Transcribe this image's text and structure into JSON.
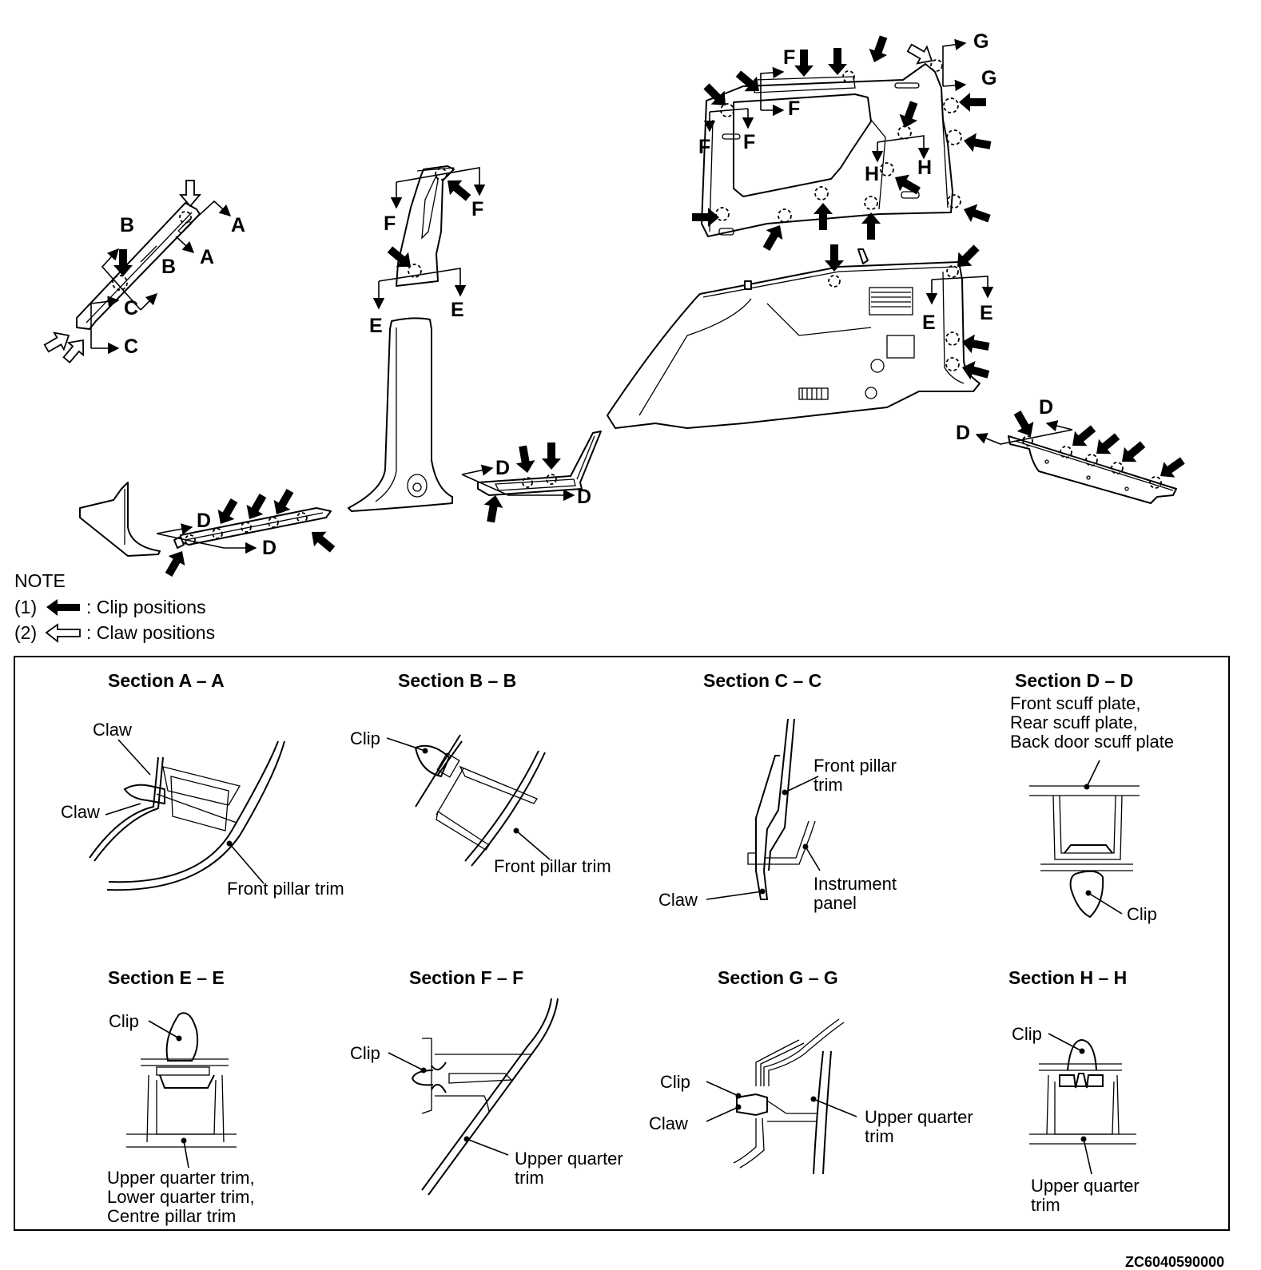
{
  "diagram": {
    "title_code": "ZC6040590000",
    "overview": {
      "section_markers": {
        "A": "A",
        "B": "B",
        "C": "C",
        "D": "D",
        "E": "E",
        "F": "F",
        "G": "G",
        "H": "H"
      },
      "parts": [
        "front-pillar-trim",
        "centre-pillar-upper-trim",
        "centre-pillar-lower-trim",
        "upper-quarter-trim",
        "lower-quarter-trim",
        "front-scuff-plate",
        "rear-scuff-plate",
        "back-door-scuff-plate",
        "cowl-side-trim"
      ]
    },
    "note": {
      "heading": "NOTE",
      "items": [
        {
          "index": "(1)",
          "icon": "solid-arrow-icon",
          "text": ": Clip positions"
        },
        {
          "index": "(2)",
          "icon": "hollow-arrow-icon",
          "text": ": Claw positions"
        }
      ]
    },
    "sections": [
      {
        "title": "Section A – A",
        "labels": [
          "Claw",
          "Claw",
          "Front pillar trim"
        ]
      },
      {
        "title": "Section B – B",
        "labels": [
          "Clip",
          "Front pillar trim"
        ]
      },
      {
        "title": "Section C – C",
        "labels": [
          "Front pillar",
          "trim",
          "Instrument",
          "panel",
          "Claw"
        ]
      },
      {
        "title": "Section D – D",
        "labels": [
          "Front scuff plate,",
          "Rear scuff plate,",
          "Back door scuff plate",
          "Clip"
        ]
      },
      {
        "title": "Section E – E",
        "labels": [
          "Clip",
          "Upper quarter trim,",
          "Lower quarter trim,",
          "Centre pillar trim"
        ]
      },
      {
        "title": "Section F – F",
        "labels": [
          "Clip",
          "Upper quarter",
          "trim"
        ]
      },
      {
        "title": "Section G – G",
        "labels": [
          "Clip",
          "Claw",
          "Upper quarter",
          "trim"
        ]
      },
      {
        "title": "Section H – H",
        "labels": [
          "Clip",
          "Upper quarter",
          "trim"
        ]
      }
    ]
  }
}
